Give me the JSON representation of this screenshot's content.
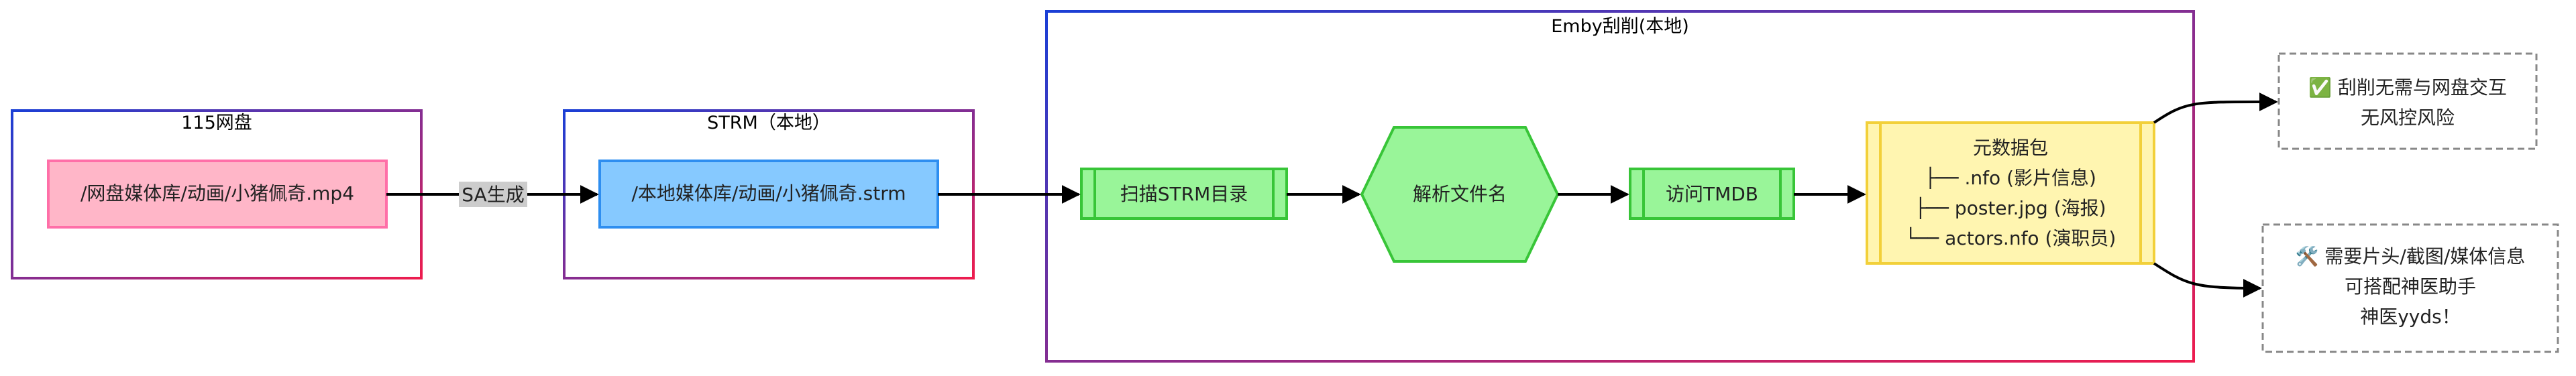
{
  "groups": {
    "cloud": {
      "title": "115网盘"
    },
    "strm": {
      "title": "STRM（本地）"
    },
    "emby": {
      "title": "Emby刮削(本地)"
    }
  },
  "nodes": {
    "cloud_path": "/网盘媒体库/动画/小猪佩奇.mp4",
    "sa_label": "SA生成",
    "local_path": "/本地媒体库/动画/小猪佩奇.strm",
    "scan": "扫描STRM目录",
    "parse": "解析文件名",
    "tmdb": "访问TMDB",
    "meta_title": "元数据包",
    "meta_nfo": "├── .nfo (影片信息)",
    "meta_poster": "├── poster.jpg (海报)",
    "meta_actors": "└── actors.nfo (演职员)"
  },
  "notes": {
    "safe_line1": "✅ 刮削无需与网盘交互",
    "safe_line2": "无风控风险",
    "need_line1": "🛠️ 需要片头/截图/媒体信息",
    "need_line2": "可搭配神医助手",
    "need_line3": "神医yyds！"
  },
  "colors": {
    "group_border_start": "#1a3fd6",
    "group_border_end": "#ee1c4e",
    "cloud_fill": "#ffb6c8",
    "cloud_stroke": "#ff6fa8",
    "local_fill": "#86c9ff",
    "local_stroke": "#2e8ef0",
    "process_fill": "#99f599",
    "process_stroke": "#38c538",
    "meta_fill": "#fff5b0",
    "meta_stroke": "#f2d03a",
    "note_stroke": "#888888",
    "edge_label_bg": "#cccccc"
  }
}
